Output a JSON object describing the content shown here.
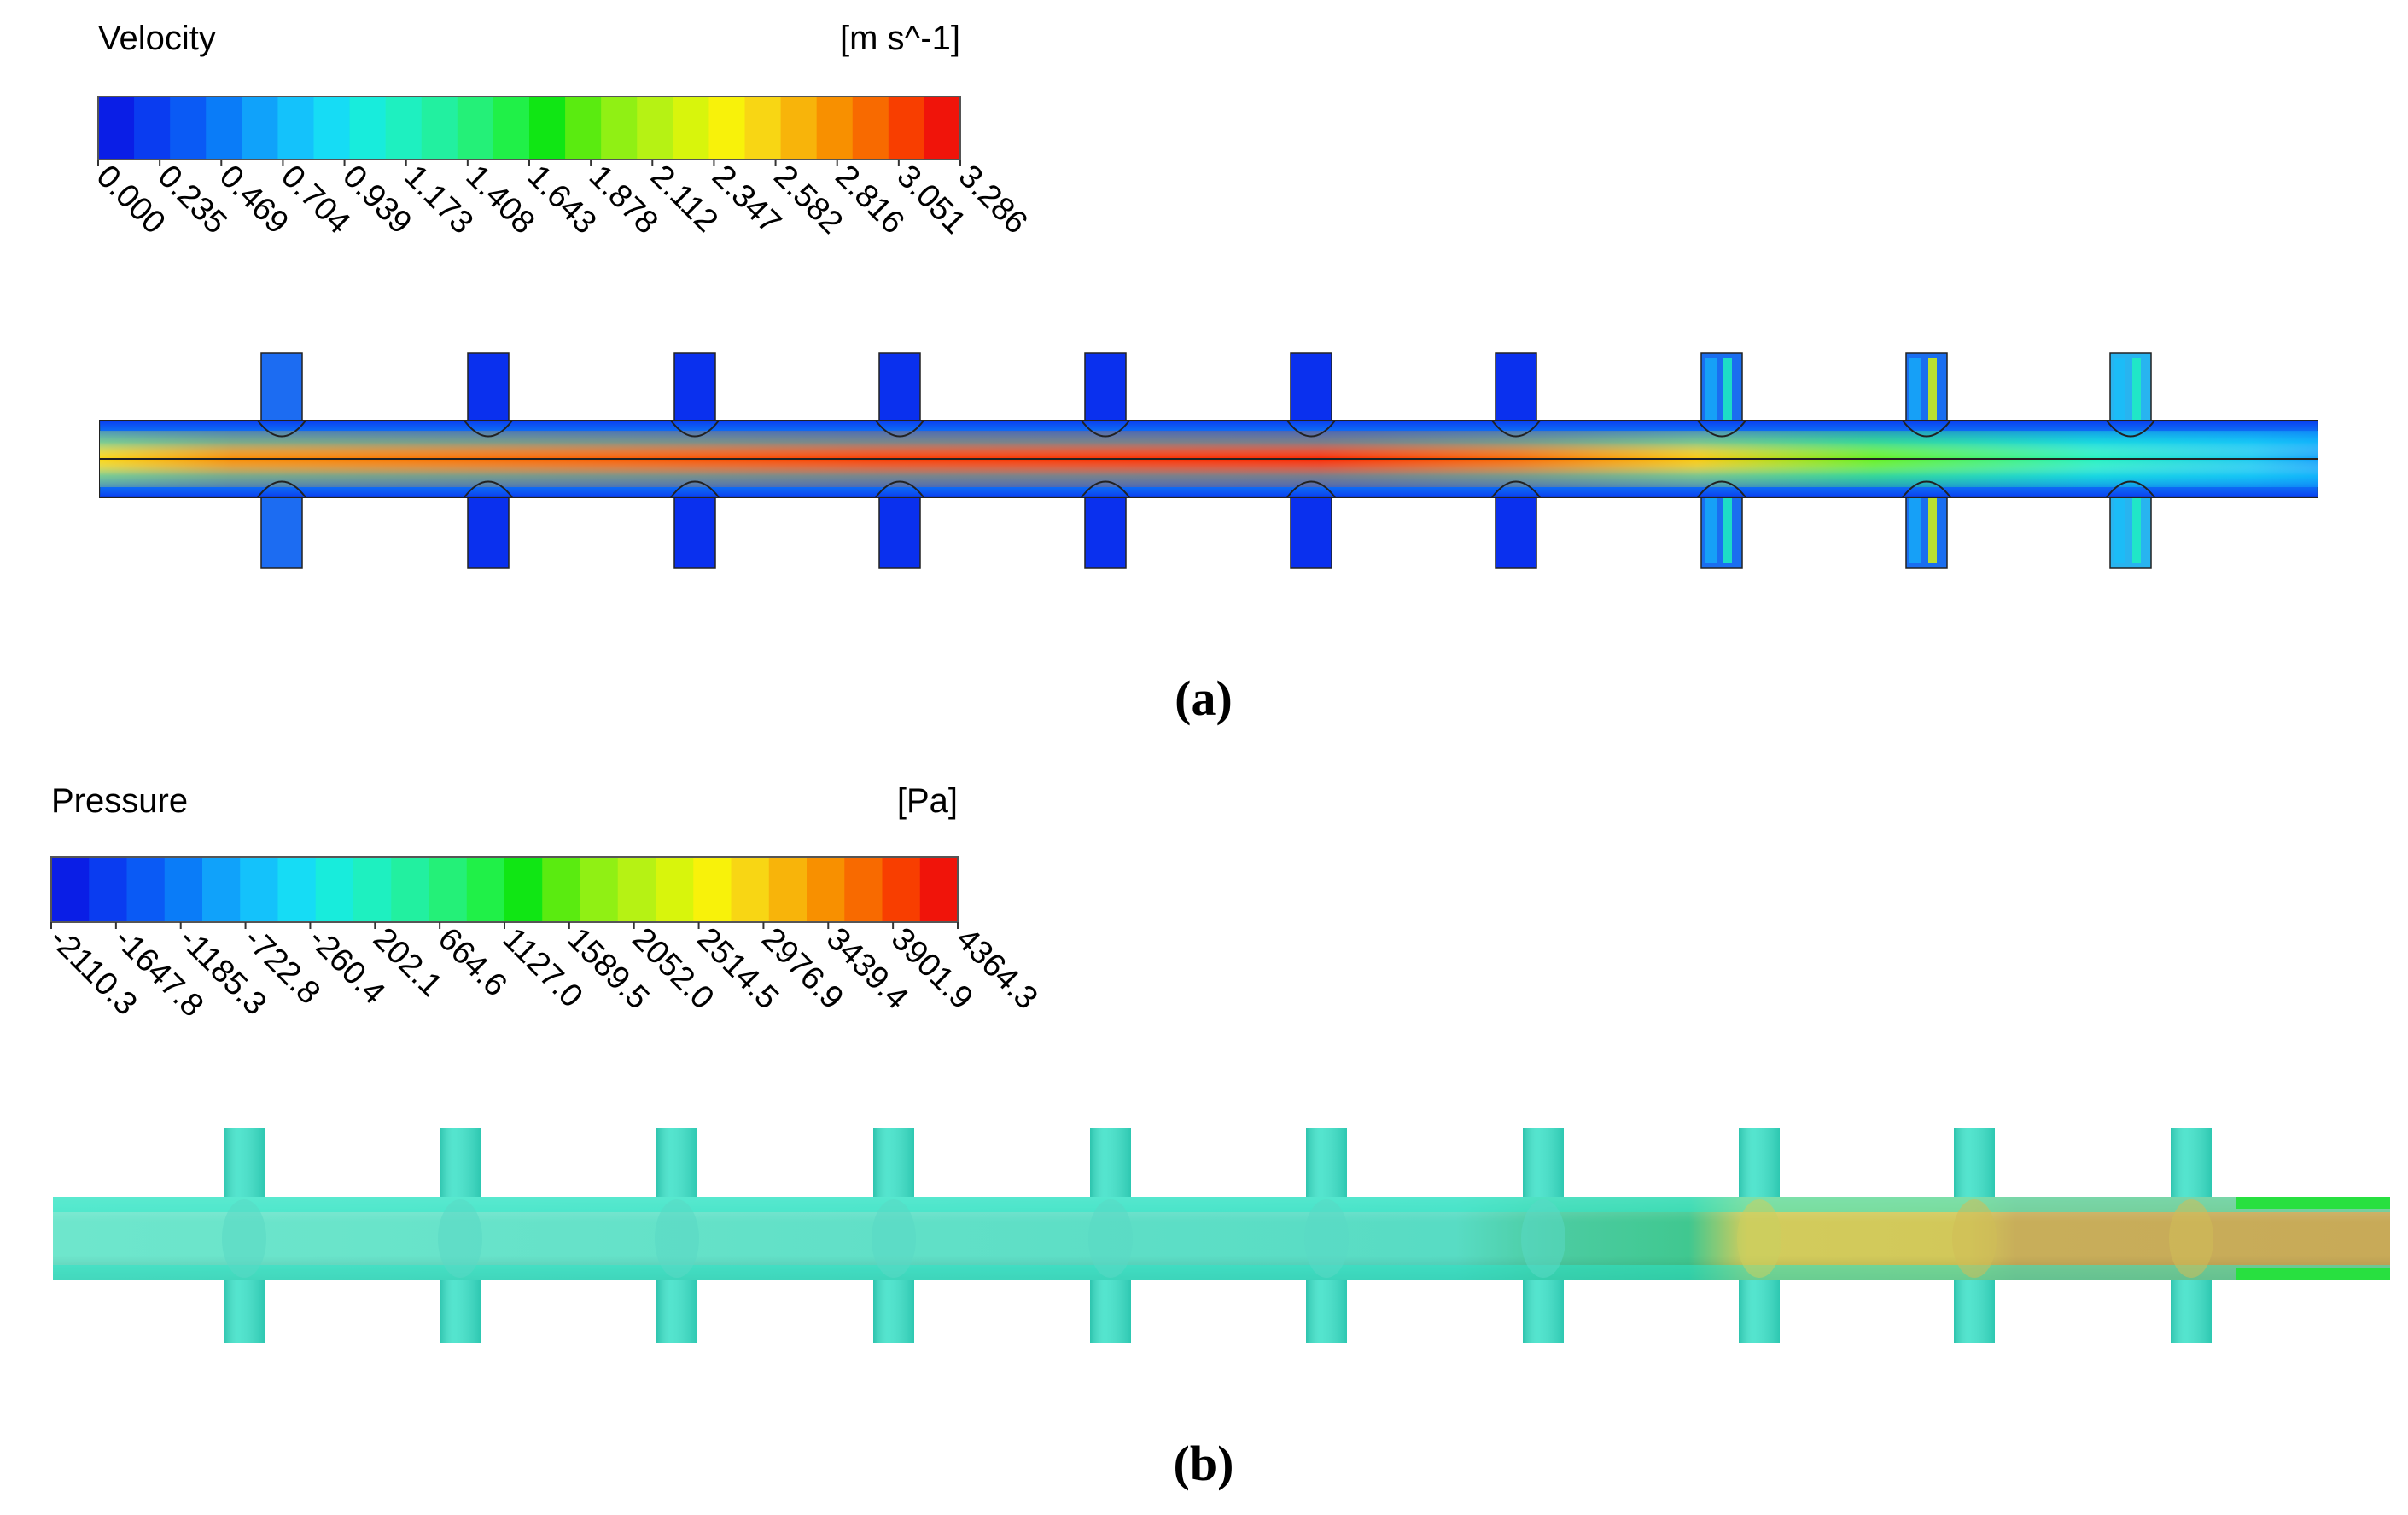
{
  "colormap": [
    "#0a1ee6",
    "#0a3cf0",
    "#0a5af5",
    "#0a7cf8",
    "#10a2fa",
    "#14c2fb",
    "#16dcf5",
    "#18ecdc",
    "#1ef0c0",
    "#22f0a0",
    "#24f078",
    "#20f048",
    "#10e614",
    "#5aeb10",
    "#90f014",
    "#b6f214",
    "#d8f50c",
    "#f8f20a",
    "#f8d614",
    "#f8b40a",
    "#f89000",
    "#f86a00",
    "#f83e00",
    "#f0140a"
  ],
  "panels": [
    {
      "id": "a",
      "label": "(a)",
      "legend": {
        "title": "Velocity",
        "unit": "[m s^-1]",
        "ticks": [
          "0.000",
          "0.235",
          "0.469",
          "0.704",
          "0.939",
          "1.173",
          "1.408",
          "1.643",
          "1.878",
          "2.112",
          "2.347",
          "2.582",
          "2.816",
          "3.051",
          "3.286"
        ]
      }
    },
    {
      "id": "b",
      "label": "(b)",
      "legend": {
        "title": "Pressure",
        "unit": "[Pa]",
        "ticks": [
          "-2110.3",
          "-1647.8",
          "-1185.3",
          "-722.8",
          "-260.4",
          "202.1",
          "664.6",
          "1127.0",
          "1589.5",
          "2052.0",
          "2514.5",
          "2976.9",
          "3439.4",
          "3901.9",
          "4364.3"
        ]
      }
    }
  ]
}
